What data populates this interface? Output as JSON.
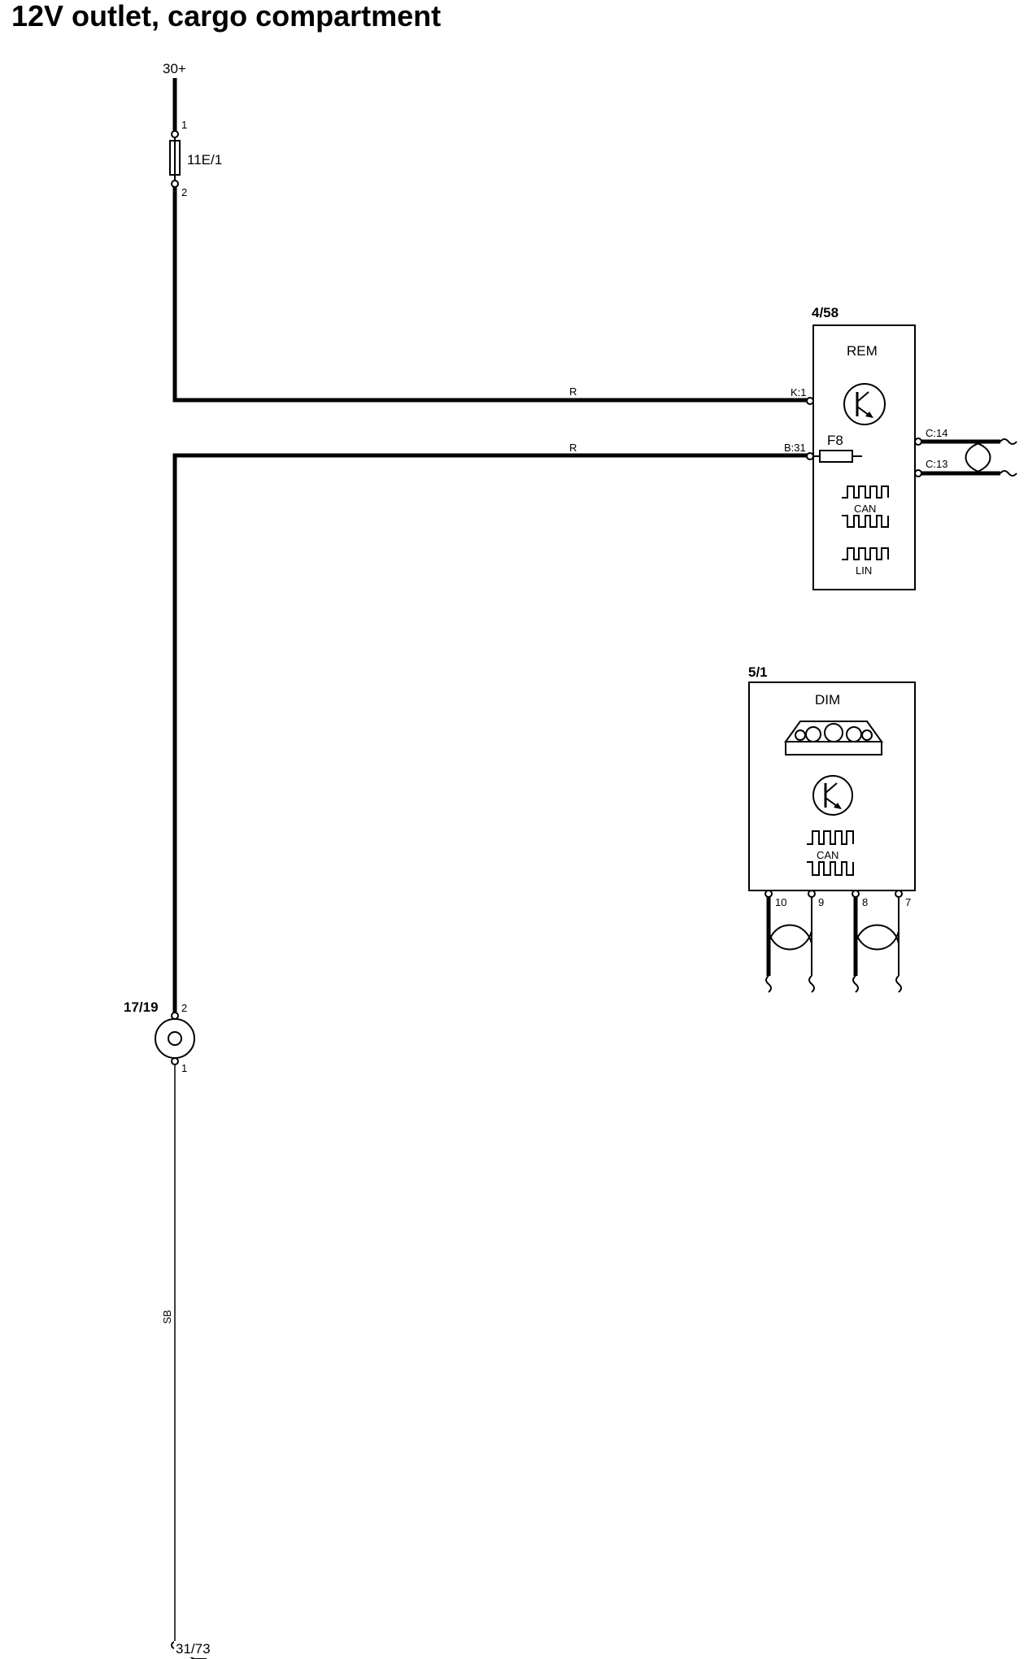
{
  "title": "12V outlet, cargo compartment",
  "supply": "30+",
  "ground": "31/73",
  "fuse": {
    "id": "11E/1",
    "pin_in": "1",
    "pin_out": "2"
  },
  "rem": {
    "id": "4/58",
    "name": "REM",
    "fuse": "F8",
    "pins": {
      "k1": "K:1",
      "b31": "B:31",
      "c14": "C:14",
      "c13": "C:13"
    },
    "bus_can": "CAN",
    "bus_lin": "LIN"
  },
  "dim": {
    "id": "5/1",
    "name": "DIM",
    "bus_can": "CAN",
    "pins": [
      "10",
      "9",
      "8",
      "7"
    ]
  },
  "outlet": {
    "id": "17/19",
    "pin_top": "2",
    "pin_bottom": "1"
  },
  "wires": {
    "supply_color": "R",
    "switched_color": "R",
    "ground_color": "SB"
  }
}
